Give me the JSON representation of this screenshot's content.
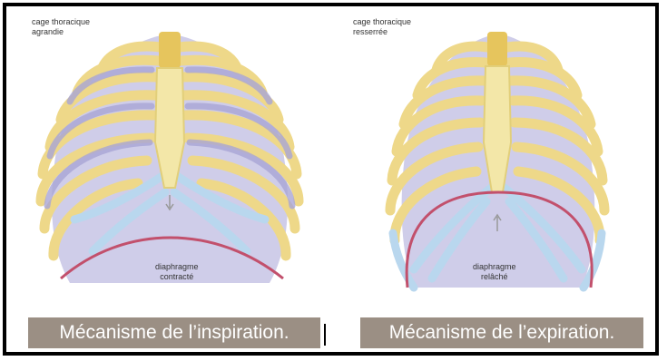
{
  "left": {
    "label_top": "cage thoracique\nagrandie",
    "label_bottom": "diaphragme\ncontracté",
    "caption": "Mécanisme de l’inspiration."
  },
  "right": {
    "label_top": "cage thoracique\nresserrée",
    "label_bottom": "diaphragme\nrelâché",
    "caption": "Mécanisme de l’expiration."
  },
  "colors": {
    "bone": "#eed889",
    "rib_fill": "#c9c8e6",
    "cartilage": "#b9d7ee",
    "diaphragm_line": "#c2506c",
    "caption_bg": "#9b8f84"
  }
}
